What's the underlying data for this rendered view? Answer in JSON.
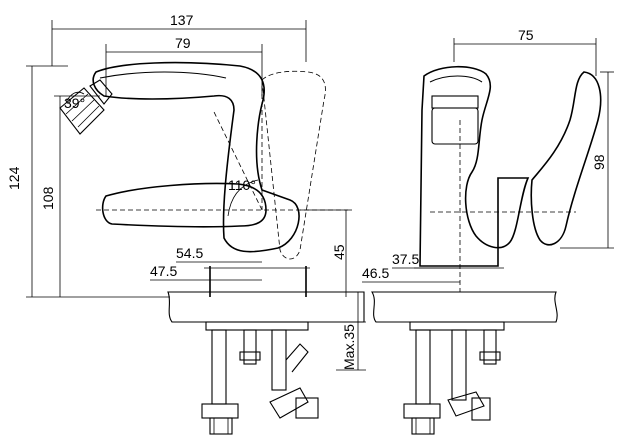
{
  "dimensions": {
    "width_total": "137",
    "spout_reach": "79",
    "aerator_angle": "39°",
    "lever_angle": "110°",
    "height_total": "124",
    "height_base": "108",
    "inlet_offset_1": "54.5",
    "base_width_1": "47.5",
    "lever_height": "45",
    "mount_thickness": "Max.35",
    "side_depth": "75",
    "side_height": "98",
    "inlet_offset_2": "37.5",
    "base_width_2": "46.5"
  }
}
